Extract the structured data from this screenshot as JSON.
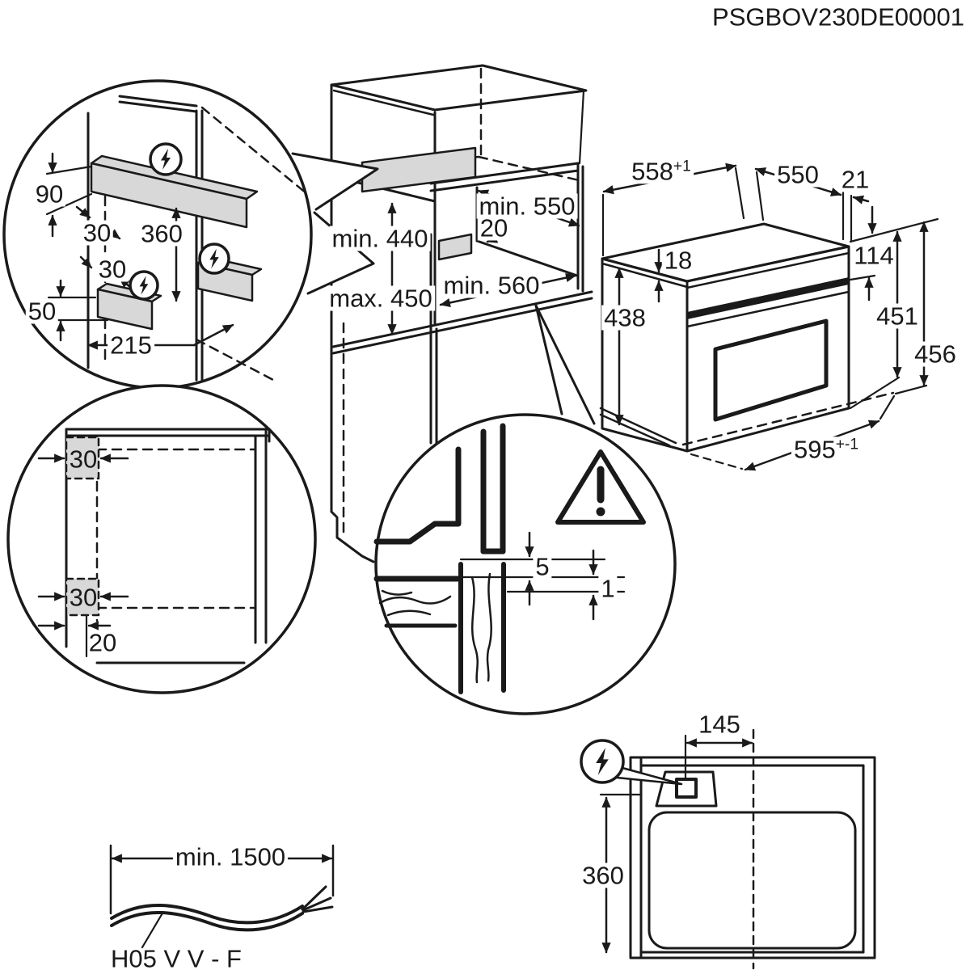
{
  "title": "PSGBOV230DE00001",
  "colors": {
    "line": "#1a1a1a",
    "gray_fill": "#d8d8d8",
    "background": "#ffffff"
  },
  "icons": {
    "electrical": "lightning-bolt-icon",
    "caution": "warning-triangle-icon"
  },
  "detail_niche_side": {
    "height_top": "90",
    "wall_gap_top": "30",
    "spacing": "360",
    "wall_gap_mid": "30",
    "height_bottom": "50",
    "depth": "215"
  },
  "cabinet": {
    "depth_top": "min. 550",
    "spacer": "20",
    "niche_height_min": "min. 440",
    "niche_height_max": "max. 450",
    "depth_bottom": "min. 560"
  },
  "oven": {
    "niche_width": {
      "value": "558",
      "tolerance": "+1"
    },
    "depth": "550",
    "rear_gap": "21",
    "top_frame": "18",
    "rear_height": "114",
    "body_height": "438",
    "front_height": "451",
    "total_height": "456",
    "width": {
      "value": "595",
      "tolerance": "+-1"
    }
  },
  "detail_plan": {
    "side_gap_top": "30",
    "side_gap_bottom": "30",
    "front_gap": "20"
  },
  "detail_gap": {
    "upper_gap": "5",
    "lower_gap": "1"
  },
  "top_view": {
    "connection_offset": "145",
    "connection_depth": "360"
  },
  "power_cable": {
    "length": "min. 1500",
    "type": "H05 V V - F"
  }
}
